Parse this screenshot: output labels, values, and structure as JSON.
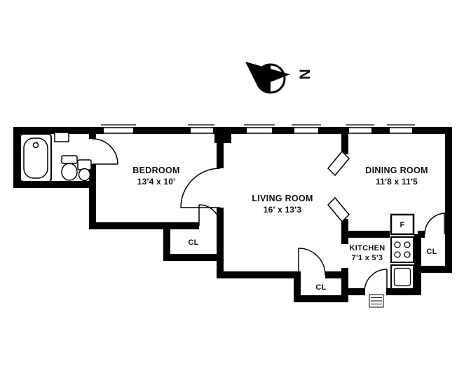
{
  "compass": {
    "label": "N"
  },
  "rooms": {
    "bedroom": {
      "name": "BEDROOM",
      "dims": "13'4 x 10'"
    },
    "living": {
      "name": "LIVING ROOM",
      "dims": "16' x 13'3"
    },
    "dining": {
      "name": "DINING ROOM",
      "dims": "11'8 x 11'5"
    },
    "kitchen": {
      "name": "KITCHEN",
      "dims": "7'1 x 5'3"
    }
  },
  "closets": {
    "bedroom_cl": "CL",
    "hall_cl": "CL",
    "dining_cl": "CL"
  },
  "appliances": {
    "refrigerator": "F"
  },
  "colors": {
    "wall": "#000000",
    "background": "#ffffff"
  }
}
